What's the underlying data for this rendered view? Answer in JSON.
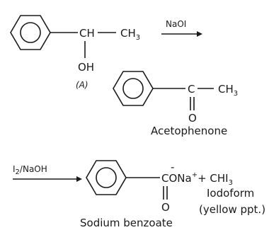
{
  "reactant": {
    "ch": "CH",
    "ch3_main": "CH",
    "ch3_sub": "3",
    "oh": "OH",
    "label": "(A)"
  },
  "step1": {
    "reagent": "NaOI"
  },
  "intermediate": {
    "carbon": "C",
    "ch3_main": "CH",
    "ch3_sub": "3",
    "oxygen": "O",
    "name": "Acetophenone"
  },
  "step2": {
    "reagent_i": "I",
    "reagent_sub": "2",
    "reagent_rest": "/NaOH"
  },
  "products": {
    "charge_minus": "-",
    "cona": "CONa",
    "charge_plus": "+",
    "plus_sign": "+ CHI",
    "chi3_sub": "3",
    "oxygen": "O",
    "salt_name": "Sodium benzoate",
    "iodoform_name": "Iodoform",
    "iodoform_note": "(yellow ppt.)"
  }
}
